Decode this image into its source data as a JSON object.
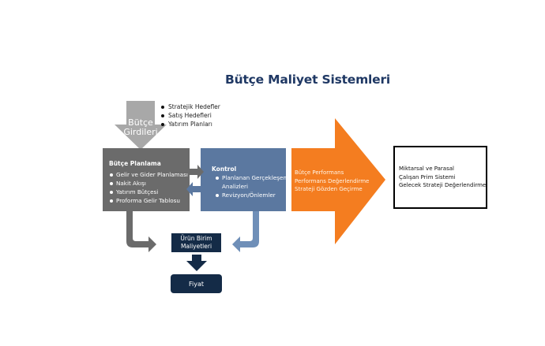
{
  "title": "Bütçe Maliyet Sistemleri",
  "budget_inputs": {
    "label_line1": "Bütçe",
    "label_line2": "Girdileri",
    "items": [
      "Stratejik Hedefler",
      "Satış Hedefleri",
      "Yatırım Planları"
    ]
  },
  "budget_planning": {
    "heading": "Bütçe Planlama",
    "items": [
      "Gelir ve Gider Planlaması",
      "Nakit Akışı",
      "Yatırım Bütçesi",
      "Proforma Gelir Tablosu"
    ]
  },
  "control": {
    "heading": "Kontrol",
    "items": [
      "Planlanan Gerçekleşen Analizleri",
      "Revizyon/Önlemler"
    ],
    "item1_line1": "Planlanan Gerçekleşen",
    "item1_line2": "Analizleri"
  },
  "performance": {
    "lines": [
      "Bütçe Performans",
      "Performans Değerlendirme",
      "Strateji Gözden Geçirme"
    ]
  },
  "results": {
    "lines": [
      "Miktarsal ve Parasal",
      "Çalışan Prim Sistemi",
      "Gelecek Strateji Değerlendirme"
    ]
  },
  "unit_cost": {
    "line1": "Ürün Birim",
    "line2": "Maliyetleri"
  },
  "price": {
    "label": "Fiyat"
  },
  "colors": {
    "title": "#1f3864",
    "planning": "#6b6b6b",
    "control": "#5b78a0",
    "performance": "#f47d20",
    "inputs_arrow": "#a8a8a8",
    "navy_box": "#142b47"
  }
}
